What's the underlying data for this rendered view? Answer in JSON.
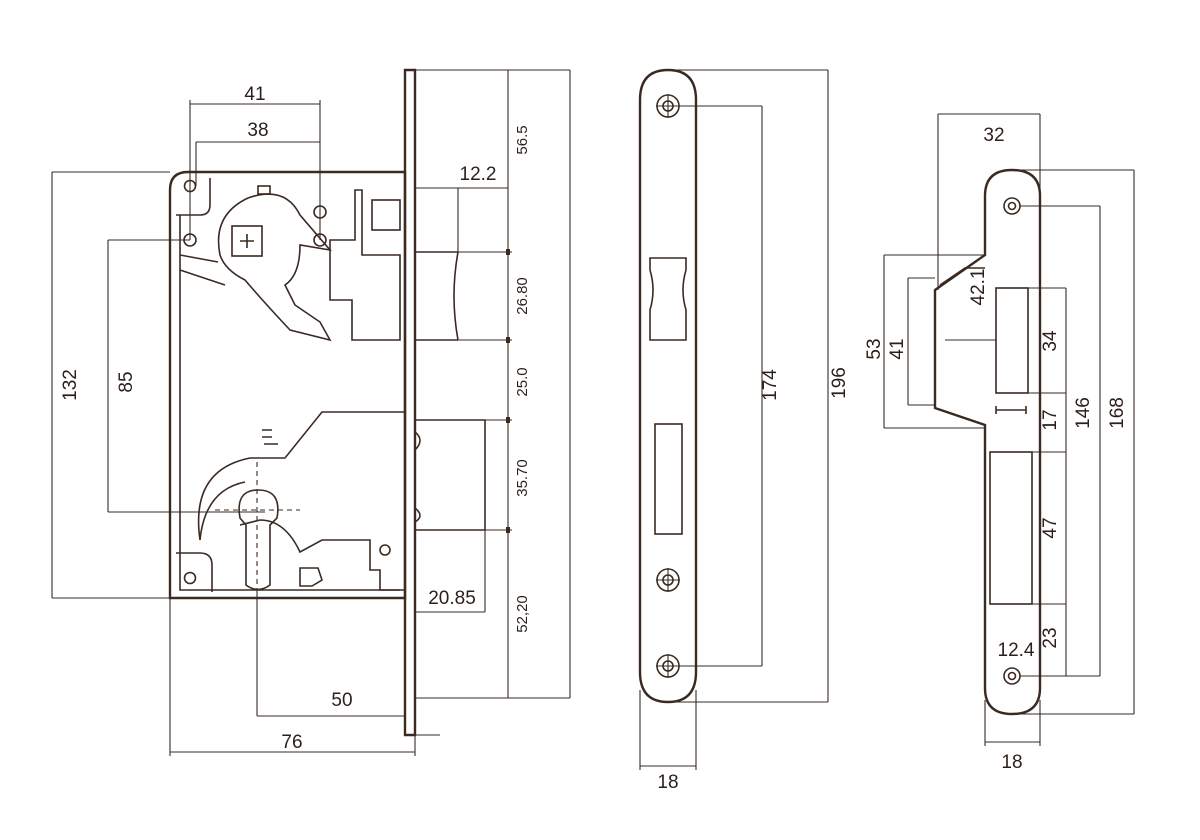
{
  "lock_body": {
    "dims": {
      "width_76": "76",
      "backset_50": "50",
      "height_132": "132",
      "center_85": "85",
      "span_41": "41",
      "span_38": "38",
      "latch_12_2": "12.2",
      "bolt_20_85": "20.85",
      "v_56_5": "56.5",
      "v_26_80": "26.80",
      "v_25_0": "25.0",
      "v_35_70": "35.70",
      "v_52_20": "52,20"
    }
  },
  "faceplate": {
    "dims": {
      "width_18": "18",
      "hole_span_174": "174",
      "length_196": "196"
    }
  },
  "strike": {
    "dims": {
      "width_32": "32",
      "lip_53": "53",
      "lip_41": "41",
      "lip_42_1": "42.1",
      "slot_34": "34",
      "gap_17": "17",
      "slot_47": "47",
      "bottom_23": "23",
      "hole_offset_12_4": "12.4",
      "hole_span_146": "146",
      "length_168": "168",
      "width_18": "18"
    }
  }
}
